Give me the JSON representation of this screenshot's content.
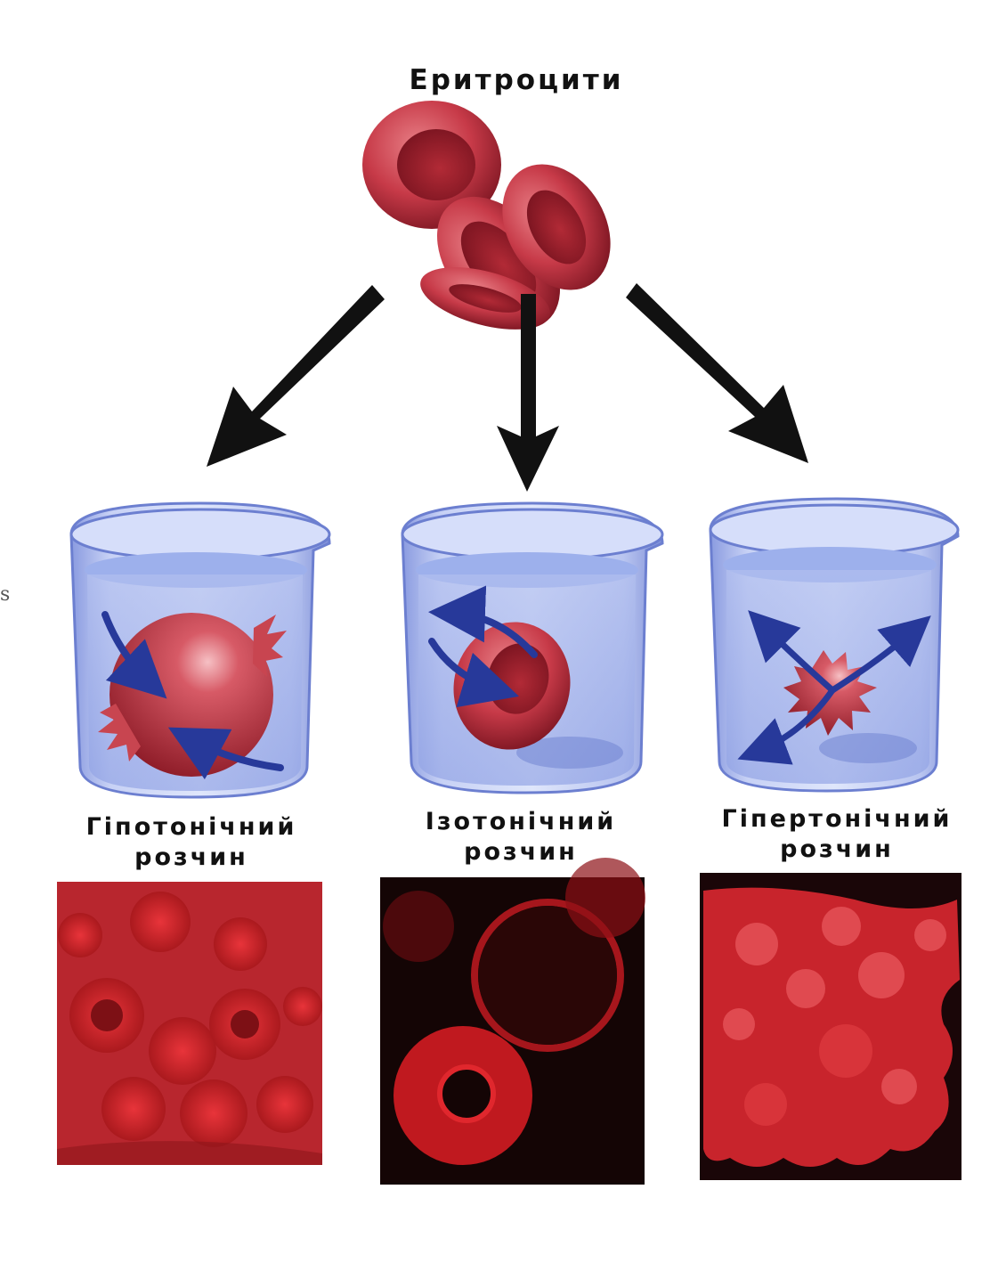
{
  "title": "Еритроцити",
  "edge_mark": "s",
  "solutions": [
    {
      "line1": "Гіпотонічний",
      "line2": "розчин"
    },
    {
      "line1": "Ізотонічний",
      "line2": "розчин"
    },
    {
      "line1": "Гіпертонічний",
      "line2": "розчин"
    }
  ],
  "colors": {
    "cell": "#c73a48",
    "cell_dark": "#8e1c28",
    "arrow": "#111111",
    "beaker_glass": "#a9b8e8",
    "water_arrow": "#27399a",
    "micro_bg_dark": "#140505",
    "micro_red": "#d4242a"
  },
  "icons": {
    "arrow": "black-down-arrow-icon",
    "beaker": "beaker-icon",
    "flow": "water-flow-arrow-icon"
  }
}
